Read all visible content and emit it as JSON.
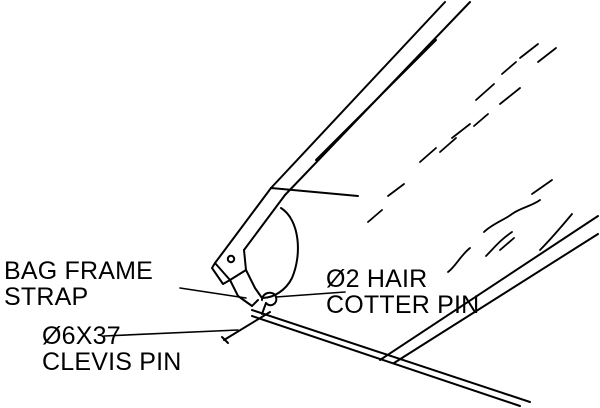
{
  "callouts": {
    "bag_frame_strap": {
      "line1": "BAG FRAME",
      "line2": "STRAP"
    },
    "hair_cotter_pin": {
      "line1": "Ø2 HAIR",
      "line2": "COTTER PIN"
    },
    "clevis_pin": {
      "line1": "Ø6X37",
      "line2": "CLEVIS PIN"
    }
  },
  "colors": {
    "ink": "#000000",
    "paper": "#ffffff"
  }
}
